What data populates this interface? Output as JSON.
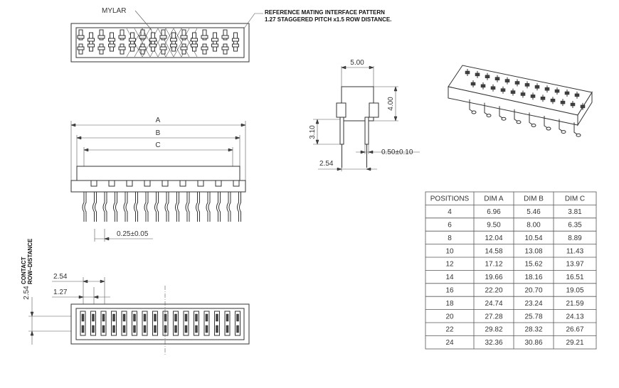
{
  "labels": {
    "mylar": "MYLAR",
    "note_line1": "REFERENCE MATING INTERFACE PATTERN",
    "note_line2": "1.27 STAGGERED PITCH x1.5 ROW DISTANCE.",
    "dim_a": "A",
    "dim_b": "B",
    "dim_c": "C",
    "dim_500": "5.00",
    "dim_400": "4.00",
    "dim_310": "3.10",
    "dim_050": "0.50±0.10",
    "dim_254_side": "2.54",
    "dim_025": "0.25±0.05",
    "contact_line1": "CONTACT",
    "contact_line2": "ROW–DISTANCE",
    "dim_254_bottom": "2.54",
    "dim_127_bottom": "1.27",
    "dim_254_vertical": "2.54"
  },
  "table": {
    "headers": [
      "POSITIONS",
      "DIM A",
      "DIM B",
      "DIM C"
    ],
    "rows": [
      [
        "4",
        "6.96",
        "5.46",
        "3.81"
      ],
      [
        "6",
        "9.50",
        "8.00",
        "6.35"
      ],
      [
        "8",
        "12.04",
        "10.54",
        "8.89"
      ],
      [
        "10",
        "14.58",
        "13.08",
        "11.43"
      ],
      [
        "12",
        "17.12",
        "15.62",
        "13.97"
      ],
      [
        "14",
        "19.66",
        "18.16",
        "16.51"
      ],
      [
        "16",
        "22.20",
        "20.70",
        "19.05"
      ],
      [
        "18",
        "24.74",
        "23.24",
        "21.59"
      ],
      [
        "20",
        "27.28",
        "25.78",
        "24.13"
      ],
      [
        "22",
        "29.82",
        "28.32",
        "26.67"
      ],
      [
        "24",
        "32.36",
        "30.86",
        "29.21"
      ]
    ]
  }
}
